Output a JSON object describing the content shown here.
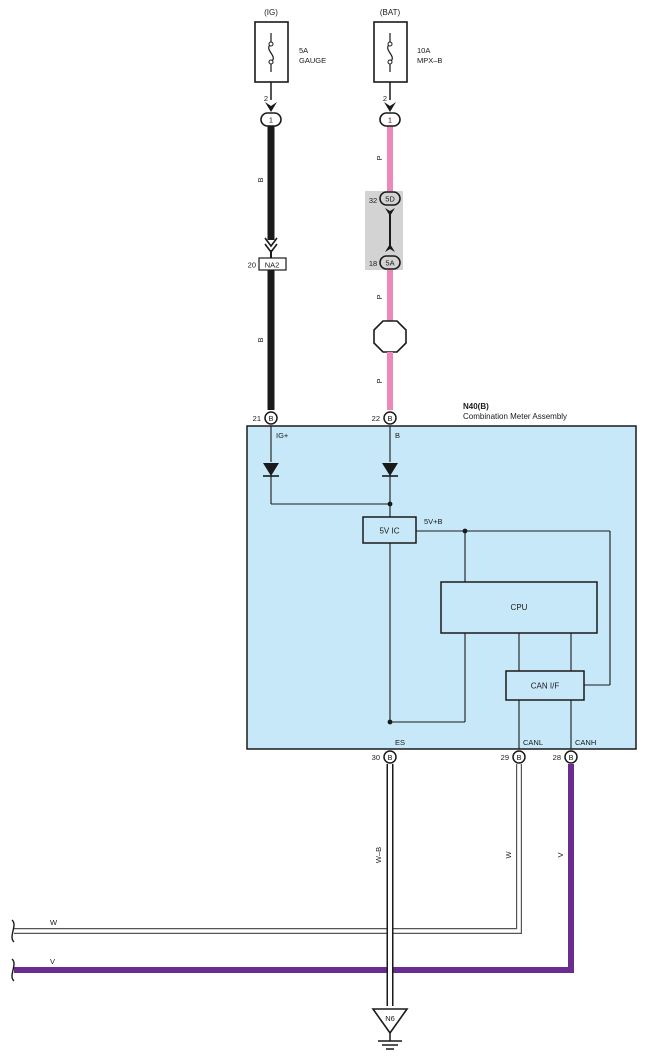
{
  "fuses": [
    {
      "source": "(IG)",
      "rating": "5A",
      "name": "GAUGE",
      "pin": "2"
    },
    {
      "source": "(BAT)",
      "rating": "10A",
      "name": "MPX–B",
      "pin": "2"
    }
  ],
  "connectors": {
    "ig_top": "1",
    "bat_top": "1",
    "c5d": "5D",
    "c5d_pin": "32",
    "c5a": "5A",
    "c5a_pin": "18",
    "na2": "NA2",
    "na2_pin": "20"
  },
  "wires": {
    "ig_upper": "B",
    "ig_lower": "B",
    "bat_upper": "P",
    "bat_mid": "P",
    "bat_lower": "P",
    "ground_wire": "W–B",
    "canl_wire": "W",
    "canh_wire": "V",
    "canl_bus": "W",
    "canh_bus": "V"
  },
  "component": {
    "id": "N40(B)",
    "name": "Combination Meter Assembly",
    "pins": [
      {
        "num": "21",
        "conn": "B",
        "label": "IG+"
      },
      {
        "num": "22",
        "conn": "B",
        "label": "B"
      },
      {
        "num": "30",
        "conn": "B",
        "label": "ES"
      },
      {
        "num": "29",
        "conn": "B",
        "label": "CANL"
      },
      {
        "num": "28",
        "conn": "B",
        "label": "CANH"
      }
    ],
    "ic_label": "5V IC",
    "rail_label": "5V+B",
    "cpu_label": "CPU",
    "can_label": "CAN I/F"
  },
  "ground": "N6",
  "colors": {
    "black_wire": "#1a1a1a",
    "pink_wire": "#ee88bb",
    "violet_wire": "#6a2c8e",
    "component_fill": "#c7e8f8",
    "junction_shade": "#d3d3d3"
  }
}
